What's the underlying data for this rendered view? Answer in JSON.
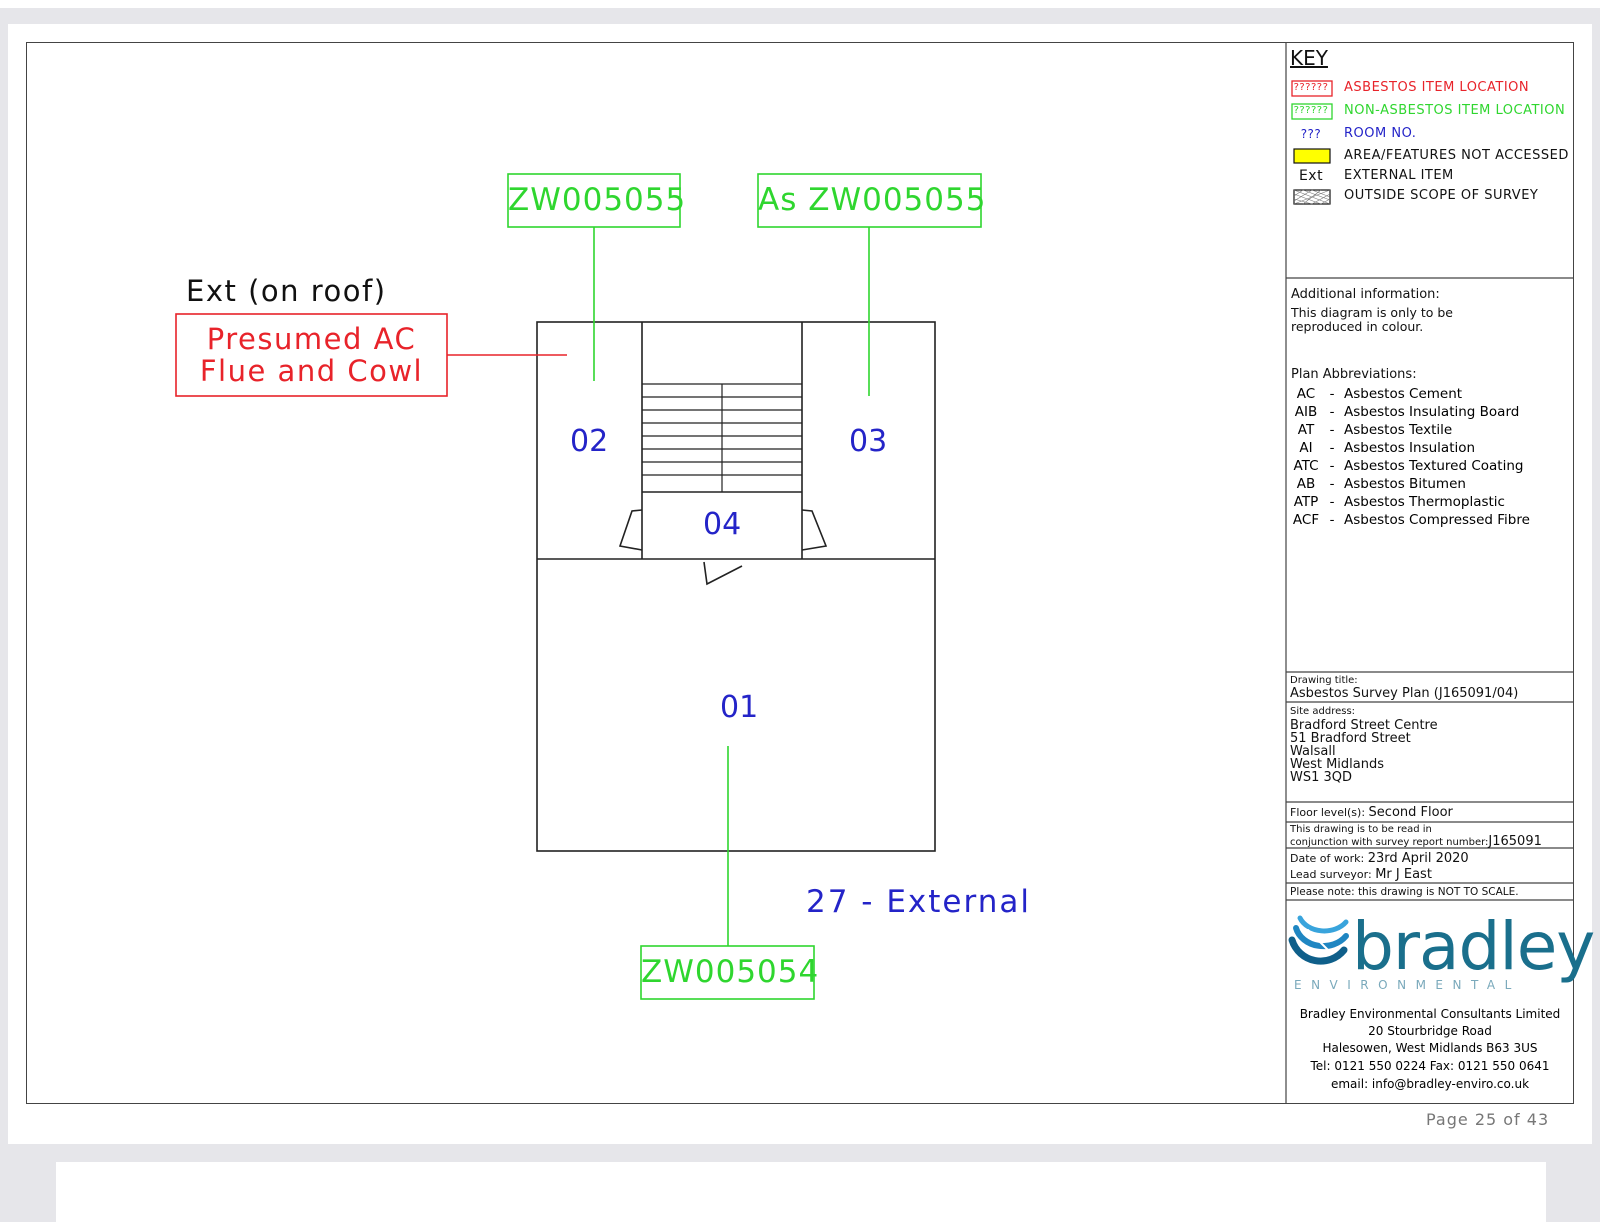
{
  "key": {
    "title": "KEY",
    "legend": [
      {
        "symbol": "??????",
        "label": "ASBESTOS ITEM LOCATION",
        "color": "#e8232a"
      },
      {
        "symbol": "??????",
        "label": "NON-ASBESTOS ITEM LOCATION",
        "color": "#2fd62f"
      },
      {
        "symbol": "???",
        "label": "ROOM NO.",
        "color": "#2424c8"
      },
      {
        "symbol": "",
        "label": "AREA/FEATURES NOT ACCESSED",
        "color": "#ffff00"
      },
      {
        "symbol": "Ext",
        "label": "EXTERNAL ITEM",
        "color": "#111111"
      },
      {
        "symbol": "",
        "label": "OUTSIDE SCOPE OF SURVEY",
        "color": "#555555"
      }
    ]
  },
  "info": {
    "heading": "Additional information:",
    "line1": "This diagram is only to be",
    "line2": "reproduced in colour."
  },
  "abbreviations": {
    "heading": "Plan Abbreviations:",
    "items": [
      {
        "code": "AC",
        "meaning": "Asbestos Cement"
      },
      {
        "code": "AIB",
        "meaning": "Asbestos Insulating Board"
      },
      {
        "code": "AT",
        "meaning": "Asbestos Textile"
      },
      {
        "code": "AI",
        "meaning": "Asbestos Insulation"
      },
      {
        "code": "ATC",
        "meaning": "Asbestos Textured Coating"
      },
      {
        "code": "AB",
        "meaning": "Asbestos Bitumen"
      },
      {
        "code": "ATP",
        "meaning": "Asbestos Thermoplastic"
      },
      {
        "code": "ACF",
        "meaning": "Asbestos Compressed Fibre"
      }
    ]
  },
  "title_block": {
    "drawing_title_label": "Drawing title:",
    "drawing_title": "Asbestos Survey Plan (J165091/04)",
    "site_address_label": "Site address:",
    "address": [
      "Bradford Street Centre",
      "51 Bradford Street",
      "Walsall",
      "West Midlands",
      "WS1 3QD"
    ],
    "floor_label": "Floor level(s):",
    "floor_value": "Second Floor",
    "report_line1": "This drawing is to be read in",
    "report_line2": "conjunction with survey report number:",
    "report_number": "J165091",
    "date_label": "Date of work:",
    "date_value": "23rd April 2020",
    "surveyor_label": "Lead surveyor:",
    "surveyor_value": "Mr J East",
    "scale_note": "Please note: this drawing is NOT TO SCALE."
  },
  "company": {
    "logo_word": "bradley",
    "logo_sub": "ENVIRONMENTAL",
    "name": "Bradley Environmental Consultants Limited",
    "street": "20 Stourbridge Road",
    "town": "Halesowen, West Midlands B63 3US",
    "phone": "Tel: 0121 550 0224   Fax: 0121 550 0641",
    "email": "email: info@bradley-enviro.co.uk"
  },
  "plan": {
    "rooms": [
      {
        "id": "room-02",
        "label": "02"
      },
      {
        "id": "room-03",
        "label": "03"
      },
      {
        "id": "room-04",
        "label": "04"
      },
      {
        "id": "room-01",
        "label": "01"
      }
    ],
    "external_label": "27 - External",
    "tags": {
      "zw005055": "ZW005055",
      "as_zw005055": "As ZW005055",
      "zw005054": "ZW005054"
    },
    "asbestos_item": {
      "location_note": "Ext (on roof)",
      "line1": "Presumed AC",
      "line2": "Flue and Cowl"
    }
  },
  "footer": {
    "page": "Page 25 of 43"
  },
  "colors": {
    "asbestos": "#e8232a",
    "non_asbestos": "#2fd62f",
    "room": "#2424c8",
    "logo": "#1a6f8c"
  }
}
